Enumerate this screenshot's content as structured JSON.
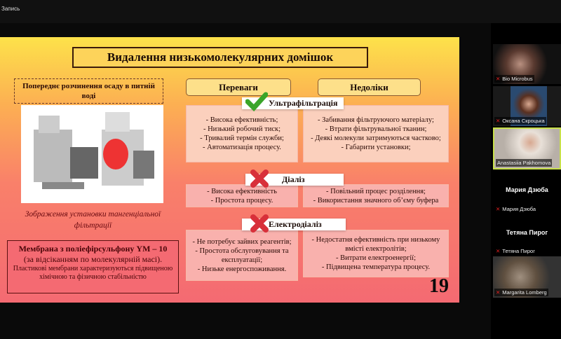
{
  "window": {
    "recording_label": "Запись"
  },
  "slide": {
    "title": "Видалення низькомолекулярних домішок",
    "pre_note": "Попереднє розчинення осаду в питній воді",
    "image_caption": "Зображення установки тангенціальної фільтрації",
    "membrane": {
      "title": "Мембрана з поліефірсульфону YM – 10",
      "subtitle": "(за відсіканням по молекулярній масі).",
      "note": "Пластикові мембрани характеризуються підвищеною хімічною та фізичною стабільністю"
    },
    "headers": {
      "advantages": "Переваги",
      "disadvantages": "Недоліки"
    },
    "methods": [
      {
        "name": "Ультрафільтрація",
        "icon": "check-icon",
        "pros": [
          "- Висока ефективність;",
          "- Низький робочий тиск;",
          "- Тривалий термін служби;",
          "- Автоматизація процесу."
        ],
        "cons": [
          "- Забивання фільтруючого матеріалу;",
          "- Втрати фільтрувальної тканин;",
          "- Деякі молекули затримуються частково;",
          "- Габарити установки;"
        ]
      },
      {
        "name": "Діаліз",
        "icon": "cross-icon",
        "pros": [
          "- Висока ефективність",
          "- Простота процесу."
        ],
        "cons": [
          "- Повільний процес розділення;",
          "- Використання значного об’єму буфера"
        ]
      },
      {
        "name": "Електродіаліз",
        "icon": "cross-icon",
        "pros": [
          "- Не потребує зайвих реагентів;",
          "- Простота обслуговування та експлуатації;",
          "- Низьке енергоспоживання."
        ],
        "cons": [
          "- Недостатня ефективність при низькому вмісті електролітів;",
          "- Витрати електроенергії;",
          "- Підвищена температура процесу."
        ]
      }
    ],
    "page_number": "19"
  },
  "participants": [
    {
      "name": "Bio Microbus",
      "video": true
    },
    {
      "name": "Оксана Скроцька",
      "video": true
    },
    {
      "name": "Anastasiia Pakhomova",
      "video": true,
      "active_speaker": true
    },
    {
      "name": "Мария Дзюба",
      "video": false
    },
    {
      "name": "Тетяна Пирог",
      "video": false
    },
    {
      "name": "Margarita Lomberg",
      "video": true
    }
  ],
  "colors": {
    "active_speaker": "#c8e04a",
    "muted": "#e02020"
  }
}
